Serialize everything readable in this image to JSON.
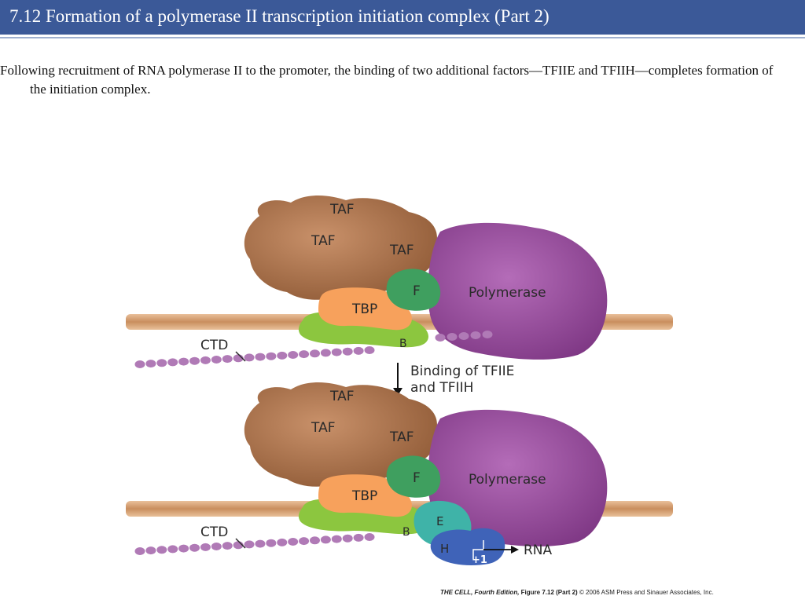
{
  "slide": {
    "title": "7.12  Formation of a polymerase II transcription initiation complex (Part 2)",
    "body": "Following recruitment of RNA polymerase II to the promoter, the binding of two additional factors—TFIIE and TFIIH—completes formation of the initiation complex."
  },
  "diagram": {
    "top": {
      "taf_a": "TAF",
      "taf_b": "TAF",
      "taf_c": "TAF",
      "f": "F",
      "polymerase": "Polymerase",
      "tbp": "TBP",
      "b": "B",
      "ctd": "CTD"
    },
    "arrow_label_line1": "Binding of TFIIE",
    "arrow_label_line2": "and TFIIH",
    "bottom": {
      "taf_a": "TAF",
      "taf_b": "TAF",
      "taf_c": "TAF",
      "f": "F",
      "polymerase": "Polymerase",
      "tbp": "TBP",
      "b": "B",
      "ctd": "CTD",
      "e": "E",
      "h": "H",
      "plus_one": "+1",
      "rna": "RNA"
    }
  },
  "credit": {
    "book": "THE CELL, Fourth Edition,",
    "figure": "Figure 7.12 (Part 2)",
    "copyright": "© 2006 ASM Press and Sinauer Associates, Inc."
  },
  "colors": {
    "title_bar": "#3b5998",
    "taf": "#a8714a",
    "polymerase": "#9a4f9e",
    "tbp": "#f7a15c",
    "tfiib": "#8cc63f",
    "tfiif": "#3f9f5f",
    "tfiie": "#3fb3a8",
    "tfiih": "#3f63b8",
    "dna": "#d9a679",
    "ctd": "#b07ab6"
  }
}
